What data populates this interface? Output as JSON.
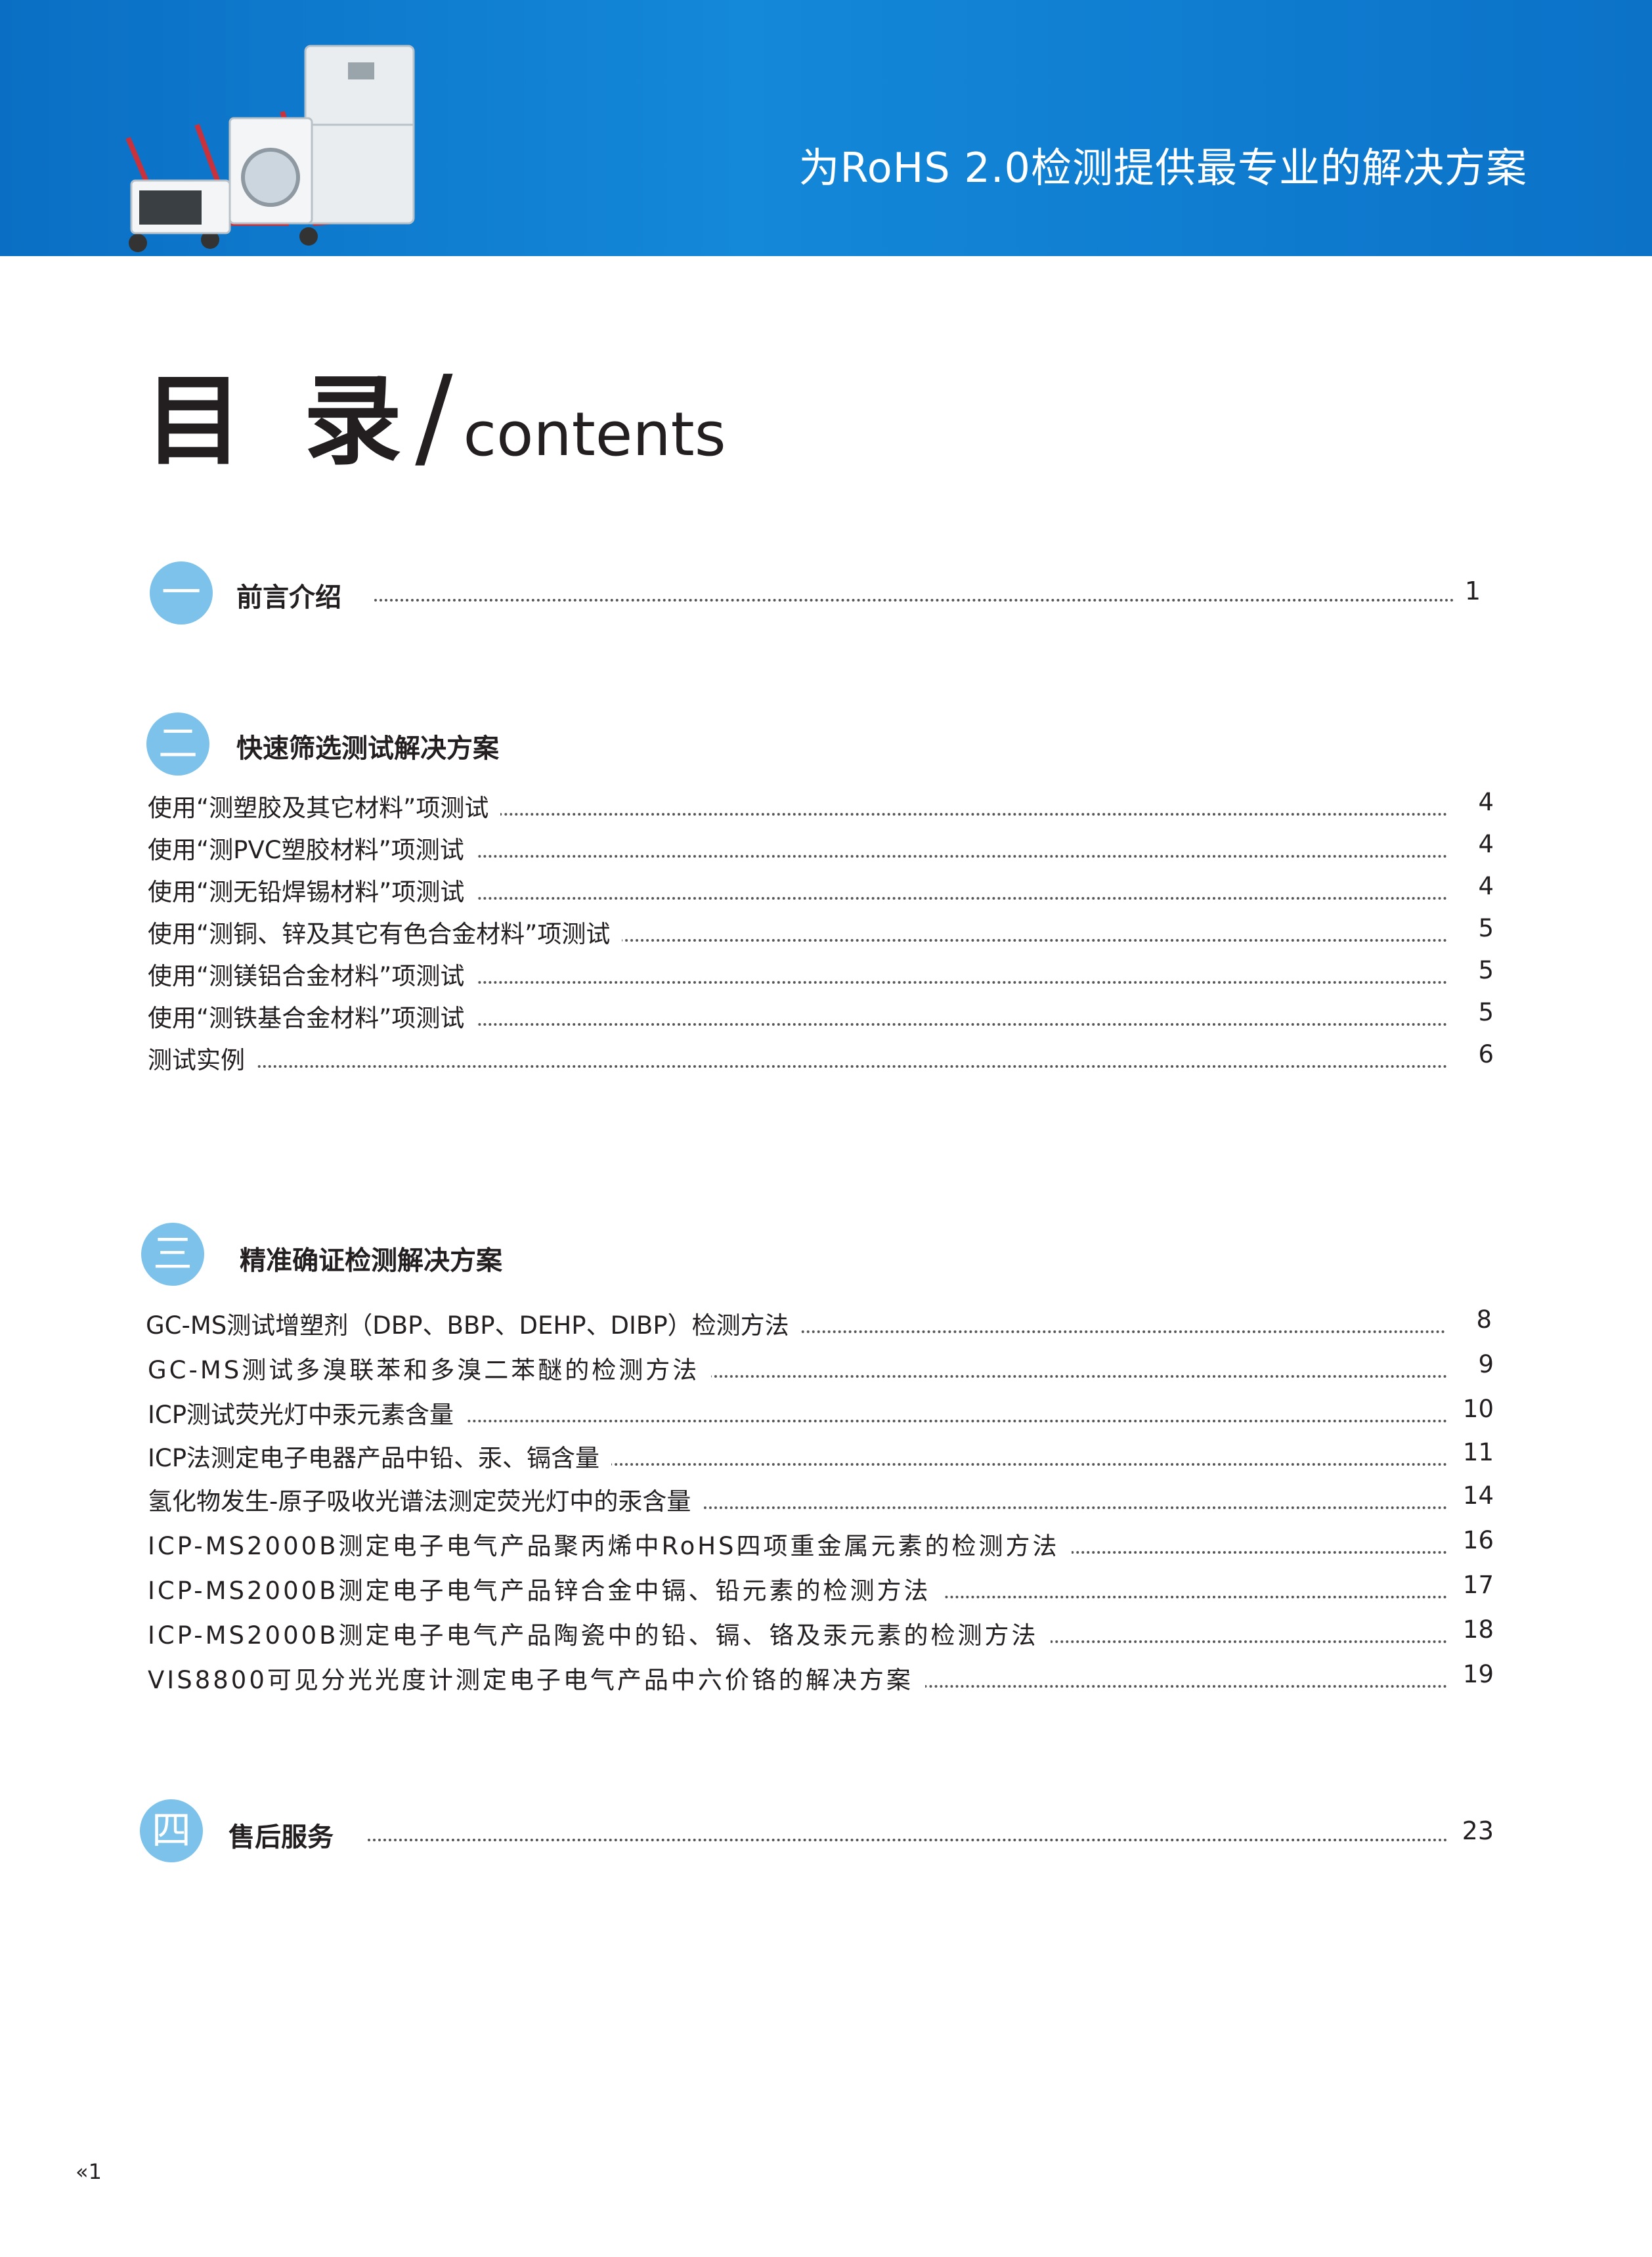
{
  "header": {
    "title": "为RoHS 2.0检测提供最专业的解决方案",
    "accent_color": "#1488d9"
  },
  "page_heading": {
    "cn": "目 录",
    "slash": "/",
    "en": "contents"
  },
  "sections": [
    {
      "badge": "一",
      "title": "前言介绍",
      "page": "1",
      "items": []
    },
    {
      "badge": "二",
      "title": "快速筛选测试解决方案",
      "items": [
        {
          "label": "使用“测塑胶及其它材料”项测试",
          "page": "4"
        },
        {
          "label": "使用“测PVC塑胶材料”项测试",
          "page": "4"
        },
        {
          "label": "使用“测无铅焊锡材料”项测试",
          "page": "4"
        },
        {
          "label": "使用“测铜、锌及其它有色合金材料”项测试",
          "page": "5"
        },
        {
          "label": "使用“测镁铝合金材料”项测试",
          "page": "5"
        },
        {
          "label": "使用“测铁基合金材料”项测试",
          "page": "5"
        },
        {
          "label": "测试实例",
          "page": "6"
        }
      ]
    },
    {
      "badge": "三",
      "title": "精准确证检测解决方案",
      "items": [
        {
          "label": "GC-MS测试增塑剂（DBP、BBP、DEHP、DIBP）检测方法",
          "page": "8"
        },
        {
          "label": "GC-MS测试多溴联苯和多溴二苯醚的检测方法",
          "page": "9"
        },
        {
          "label": "ICP测试荧光灯中汞元素含量",
          "page": "10"
        },
        {
          "label": "ICP法测定电子电器产品中铅、汞、镉含量",
          "page": "11"
        },
        {
          "label": "氢化物发生-原子吸收光谱法测定荧光灯中的汞含量",
          "page": "14"
        },
        {
          "label": "ICP-MS2000B测定电子电气产品聚丙烯中RoHS四项重金属元素的检测方法",
          "page": "16"
        },
        {
          "label": "ICP-MS2000B测定电子电气产品锌合金中镉、铅元素的检测方法",
          "page": "17"
        },
        {
          "label": "ICP-MS2000B测定电子电气产品陶瓷中的铅、镉、铬及汞元素的检测方法",
          "page": "18"
        },
        {
          "label": "VIS8800可见分光光度计测定电子电气产品中六价铬的解决方案",
          "page": "19"
        }
      ]
    },
    {
      "badge": "四",
      "title": "售后服务",
      "page": "23",
      "items": []
    }
  ],
  "footer": {
    "page_label": "«1"
  }
}
